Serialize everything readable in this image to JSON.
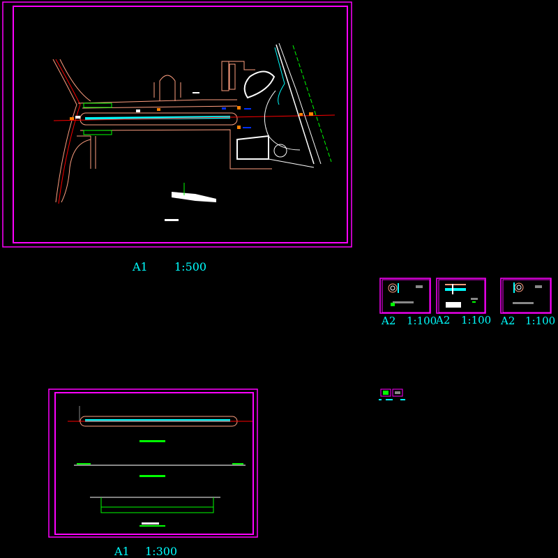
{
  "sheets": [
    {
      "size": "A1",
      "scale": "1:500"
    },
    {
      "size": "A2",
      "scale": "1:100"
    },
    {
      "size": "A2",
      "scale": "1:100"
    },
    {
      "size": "A2",
      "scale": "1:100"
    },
    {
      "size": "A1",
      "scale": "1:300"
    }
  ],
  "colors": {
    "frame": "#ff00ff",
    "label": "#00ffff",
    "road": "#ff9f80",
    "centerline": "#ff0000",
    "water": "#00ffff",
    "green": "#00ff00",
    "white": "#ffffff",
    "orange": "#ff8000",
    "blue": "#0030ff"
  }
}
